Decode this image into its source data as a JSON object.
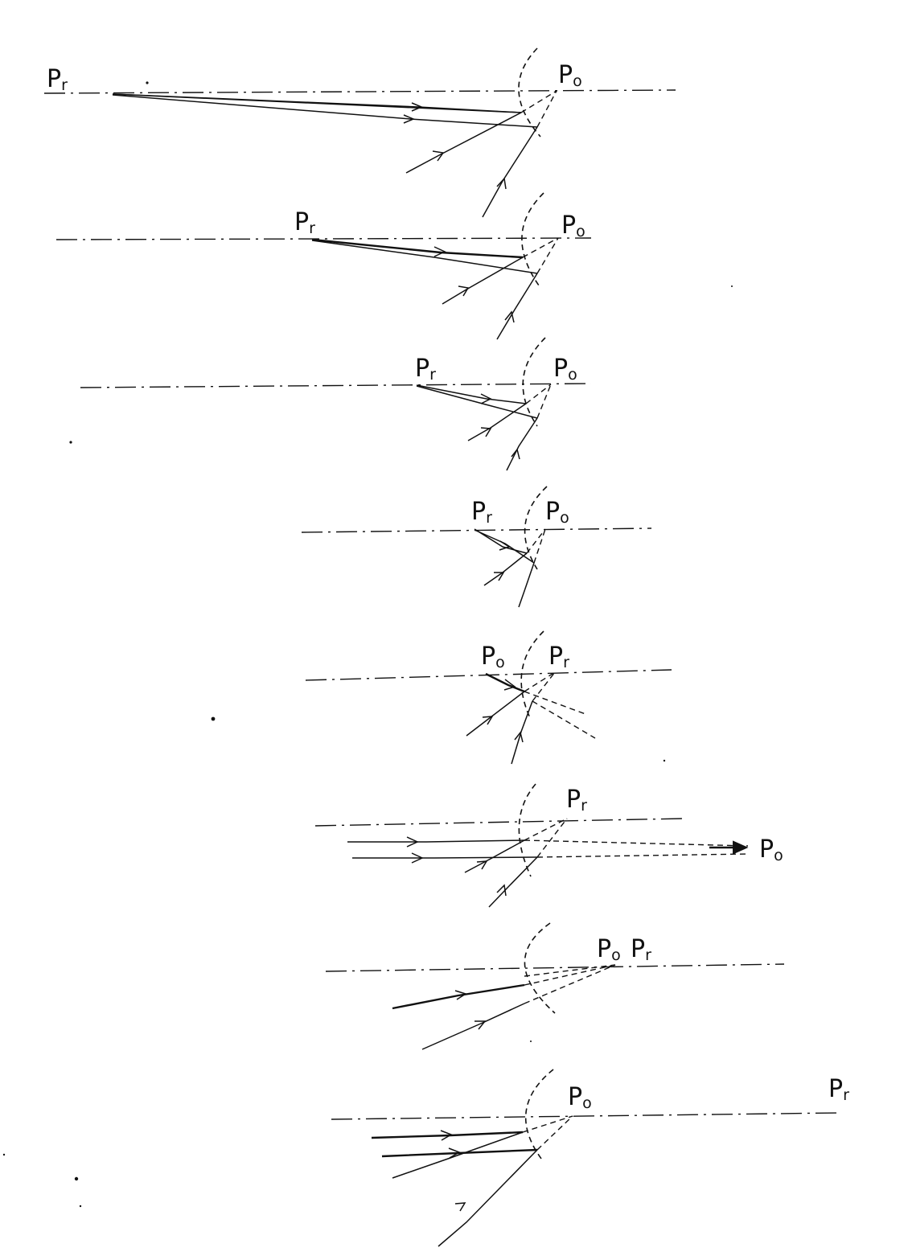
{
  "labels": {
    "pr": {
      "base": "P",
      "sub": "r"
    },
    "po": {
      "base": "P",
      "sub": "o"
    }
  },
  "ink_color": "#111111",
  "background_color": "#ffffff"
}
